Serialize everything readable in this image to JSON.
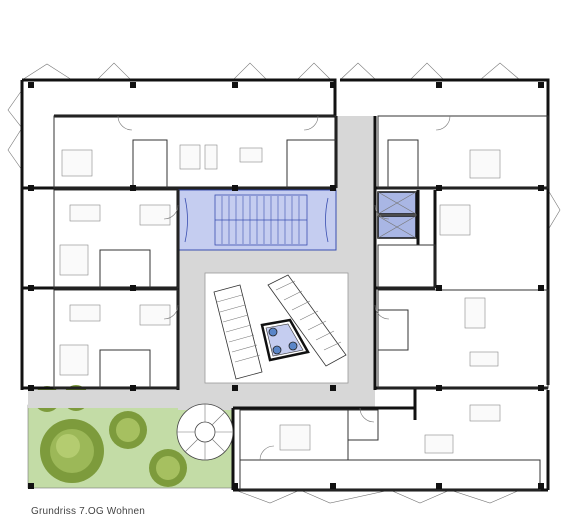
{
  "caption": "Grundriss 7.OG Wohnen",
  "colors": {
    "corridor": "#d7d7d7",
    "stair_core": "#c5cdf0",
    "stair_core_edge": "#3a4fb0",
    "elevator": "#a9b6e4",
    "garden": "#c3dca6",
    "tree_dark": "#7d9b3c",
    "tree_light": "#b4cc70",
    "walls": "#111111",
    "background": "#ffffff"
  },
  "icons": {
    "tree": "tree-icon",
    "column": "column-square",
    "door": "door-swing-arc"
  }
}
